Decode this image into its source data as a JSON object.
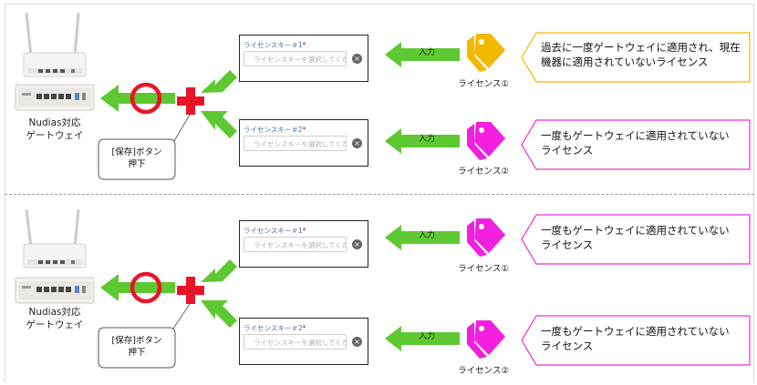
{
  "colors": {
    "arrow_green": "#5ec832",
    "red_mark": "#e8152a",
    "tag_yellow": "#f5b800",
    "tag_magenta": "#f21ee0",
    "callout_yellow_border": "#f5b800",
    "callout_magenta_border": "#ef2cd8"
  },
  "panels": [
    {
      "device_label": "Nudias対応\nゲートウェイ",
      "bubble_text": "[保存]ボタン\n押下",
      "rows": [
        {
          "key_label": "ライセンスキー＃1",
          "required_mark": "*",
          "placeholder": "ライセンスキーを選択してくだ",
          "input_label": "入力",
          "tag_icon": "tag-icon-yellow",
          "tag_label": "ライセンス①",
          "description": "過去に一度ゲートウェイに適用され、現在\n機器に適用されていないライセンス"
        },
        {
          "key_label": "ライセンスキー＃2",
          "required_mark": "*",
          "placeholder": "ライセンスキーを選択してくだ",
          "input_label": "入力",
          "tag_icon": "tag-icon-magenta",
          "tag_label": "ライセンス②",
          "description": "一度もゲートウェイに適用されていない\nライセンス"
        }
      ]
    },
    {
      "device_label": "Nudias対応\nゲートウェイ",
      "bubble_text": "[保存]ボタン\n押下",
      "rows": [
        {
          "key_label": "ライセンスキー＃1",
          "required_mark": "*",
          "placeholder": "ライセンスキーを選択してくだ",
          "input_label": "入力",
          "tag_icon": "tag-icon-magenta",
          "tag_label": "ライセンス①",
          "description": "一度もゲートウェイに適用されていない\nライセンス"
        },
        {
          "key_label": "ライセンスキー＃2",
          "required_mark": "*",
          "placeholder": "ライセンスキーを選択してくだ",
          "input_label": "入力",
          "tag_icon": "tag-icon-magenta",
          "tag_label": "ライセンス②",
          "description": "一度もゲートウェイに適用されていない\nライセンス"
        }
      ]
    }
  ]
}
